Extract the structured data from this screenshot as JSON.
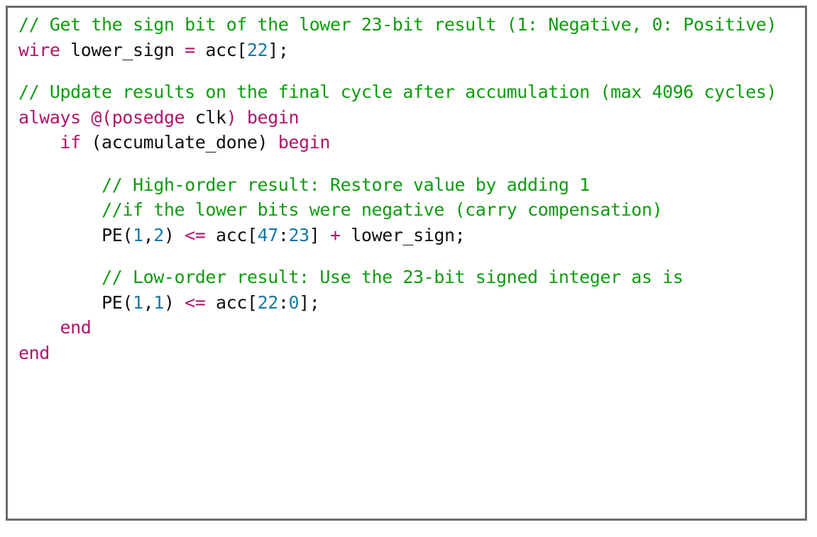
{
  "card": {
    "border_color": "#6b6b6b",
    "background": "#ffffff"
  },
  "palette": {
    "comment": "#0f9b0f",
    "keyword": "#b0156b",
    "number": "#1878a8",
    "function": "#8a4fbe",
    "operator": "#b0156b",
    "plain": "#111111"
  },
  "code": {
    "language": "verilog",
    "lines": [
      {
        "indent": 0,
        "blank": false,
        "text": "// Get the sign bit of the lower 23-bit result (1: Negative, 0: Positive)",
        "tokens": [
          {
            "t": "// Get the sign bit of the lower 23-bit result (1: Negative, 0: Positive)",
            "c": "comment"
          }
        ]
      },
      {
        "indent": 0,
        "blank": false,
        "text": "wire lower_sign = acc[22];",
        "tokens": [
          {
            "t": "wire",
            "c": "keyword"
          },
          {
            "t": " lower_sign ",
            "c": "plain"
          },
          {
            "t": "=",
            "c": "operator"
          },
          {
            "t": " acc[",
            "c": "plain"
          },
          {
            "t": "22",
            "c": "number"
          },
          {
            "t": "];",
            "c": "plain"
          }
        ]
      },
      {
        "indent": 0,
        "blank": true,
        "text": "",
        "tokens": []
      },
      {
        "indent": 0,
        "blank": false,
        "text": "// Update results on the final cycle after accumulation (max 4096 cycles)",
        "tokens": [
          {
            "t": "// Update results on the final cycle after accumulation (max 4096 cycles)",
            "c": "comment"
          }
        ]
      },
      {
        "indent": 0,
        "blank": false,
        "text": "always @(posedge clk) begin",
        "tokens": [
          {
            "t": "always @(",
            "c": "keyword"
          },
          {
            "t": "posedge",
            "c": "keyword"
          },
          {
            "t": " clk",
            "c": "plain"
          },
          {
            "t": ")",
            "c": "keyword"
          },
          {
            "t": " ",
            "c": "plain"
          },
          {
            "t": "begin",
            "c": "keyword"
          }
        ]
      },
      {
        "indent": 4,
        "blank": false,
        "text": "if (accumulate_done) begin",
        "tokens": [
          {
            "t": "if",
            "c": "keyword"
          },
          {
            "t": " (accumulate_done) ",
            "c": "plain"
          },
          {
            "t": "begin",
            "c": "keyword"
          }
        ]
      },
      {
        "indent": 0,
        "blank": true,
        "text": "",
        "tokens": []
      },
      {
        "indent": 8,
        "blank": false,
        "text": "// High-order result: Restore value by adding 1",
        "tokens": [
          {
            "t": "// High-order result: Restore value by adding 1",
            "c": "comment"
          }
        ]
      },
      {
        "indent": 8,
        "blank": false,
        "text": "//if the lower bits were negative (carry compensation)",
        "tokens": [
          {
            "t": "//if the lower bits were negative (carry compensation)",
            "c": "comment"
          }
        ]
      },
      {
        "indent": 8,
        "blank": false,
        "text": "PE(1,2) <= acc[47:23] + lower_sign;",
        "tokens": [
          {
            "t": "PE",
            "c": "function"
          },
          {
            "t": "(",
            "c": "plain"
          },
          {
            "t": "1",
            "c": "number"
          },
          {
            "t": ",",
            "c": "plain"
          },
          {
            "t": "2",
            "c": "number"
          },
          {
            "t": ") ",
            "c": "plain"
          },
          {
            "t": "<=",
            "c": "operator"
          },
          {
            "t": " acc[",
            "c": "plain"
          },
          {
            "t": "47",
            "c": "number"
          },
          {
            "t": ":",
            "c": "plain"
          },
          {
            "t": "23",
            "c": "number"
          },
          {
            "t": "] ",
            "c": "plain"
          },
          {
            "t": "+",
            "c": "operator"
          },
          {
            "t": " lower_sign;",
            "c": "plain"
          }
        ]
      },
      {
        "indent": 0,
        "blank": true,
        "text": "",
        "tokens": []
      },
      {
        "indent": 8,
        "blank": false,
        "text": "// Low-order result: Use the 23-bit signed integer as is",
        "tokens": [
          {
            "t": "// Low-order result: Use the 23-bit signed integer as is",
            "c": "comment"
          }
        ]
      },
      {
        "indent": 8,
        "blank": false,
        "text": "PE(1,1) <= acc[22:0];",
        "tokens": [
          {
            "t": "PE",
            "c": "function"
          },
          {
            "t": "(",
            "c": "plain"
          },
          {
            "t": "1",
            "c": "number"
          },
          {
            "t": ",",
            "c": "plain"
          },
          {
            "t": "1",
            "c": "number"
          },
          {
            "t": ") ",
            "c": "plain"
          },
          {
            "t": "<=",
            "c": "operator"
          },
          {
            "t": " acc[",
            "c": "plain"
          },
          {
            "t": "22",
            "c": "number"
          },
          {
            "t": ":",
            "c": "plain"
          },
          {
            "t": "0",
            "c": "number"
          },
          {
            "t": "];",
            "c": "plain"
          }
        ]
      },
      {
        "indent": 4,
        "blank": false,
        "text": "end",
        "tokens": [
          {
            "t": "end",
            "c": "keyword"
          }
        ]
      },
      {
        "indent": 0,
        "blank": false,
        "text": "end",
        "tokens": [
          {
            "t": "end",
            "c": "keyword"
          }
        ]
      }
    ]
  }
}
